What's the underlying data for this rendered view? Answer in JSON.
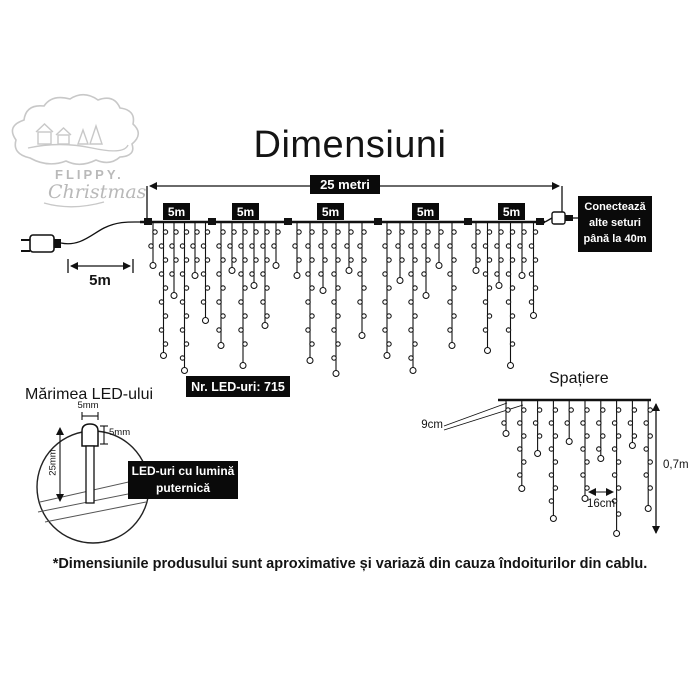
{
  "logo": {
    "line1": "FLIPPY.",
    "line2": "Christmas"
  },
  "title": "Dimensiuni",
  "dimensions": {
    "total": "25 metri",
    "segments": [
      "5m",
      "5m",
      "5m",
      "5m",
      "5m"
    ],
    "lead": "5m",
    "connect_note": "Conectează\nalte seturi\npână la 40m",
    "led_count": "Nr. LED-uri: 715"
  },
  "spacing": {
    "title": "Spațiere",
    "top_gap": "9cm",
    "drop_height": "0,7m",
    "led_gap": "16cm"
  },
  "led_detail": {
    "title": "Mărimea LED-ului",
    "width_top": "5mm",
    "width_side": "5mm",
    "length": "25mm",
    "note": "LED-uri cu lumină\nputernică"
  },
  "footnote": "*Dimensiunile produsului sunt aproximative și variază din cauza îndoiturilor din cablu."
}
